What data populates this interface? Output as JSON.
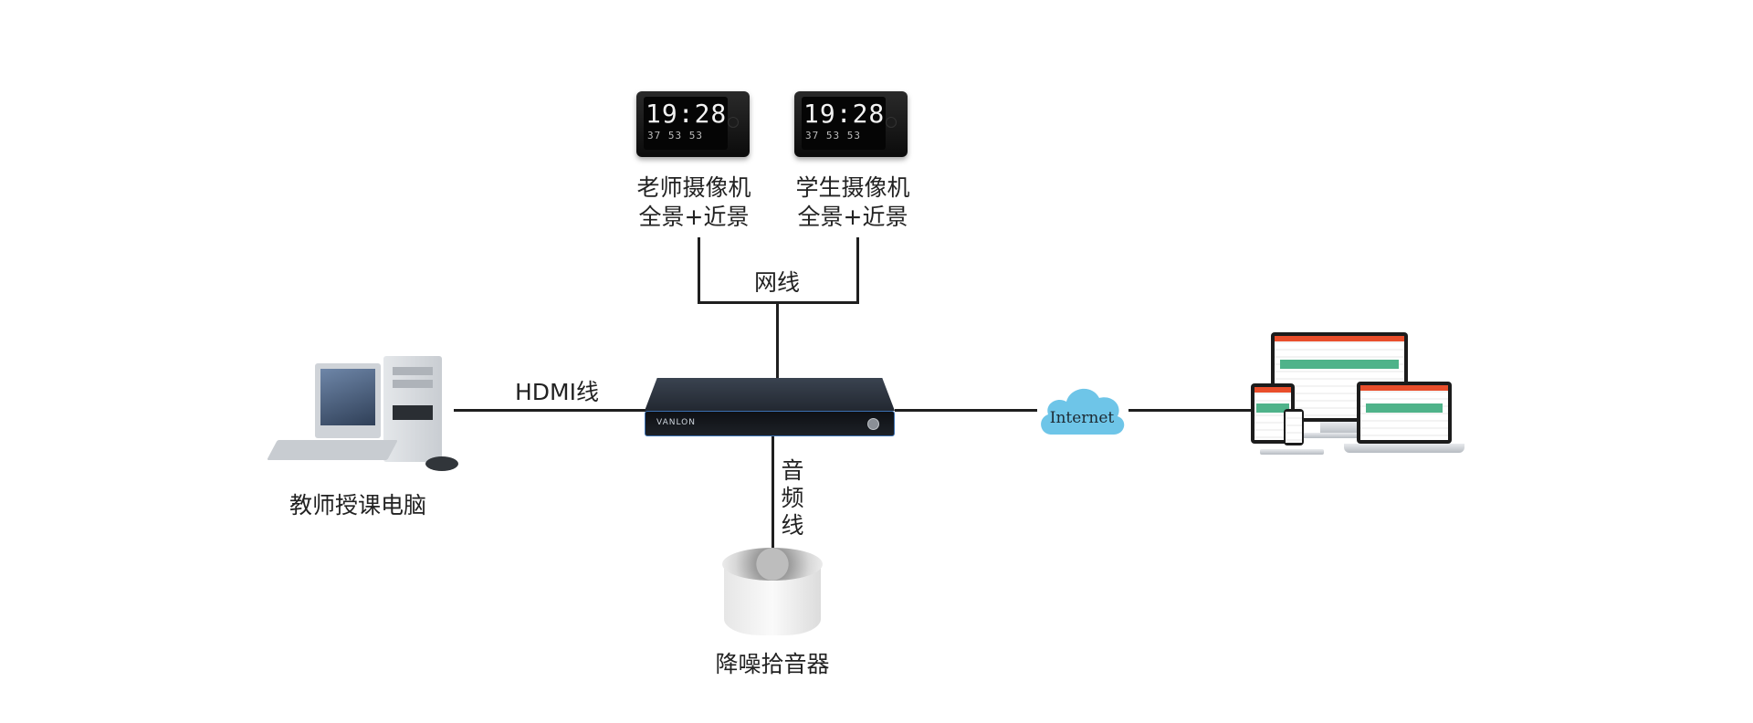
{
  "nodes": {
    "teacher_camera": {
      "label_line1": "老师摄像机",
      "label_line2": "全景+近景",
      "display_time": "19:28",
      "display_small": "37 53 53"
    },
    "student_camera": {
      "label_line1": "学生摄像机",
      "label_line2": "全景+近景",
      "display_time": "19:28",
      "display_small": "37 53 53"
    },
    "teacher_pc": {
      "label": "教师授课电脑"
    },
    "recorder": {
      "brand": "VANLON"
    },
    "internet": {
      "label": "Internet"
    },
    "microphone": {
      "label": "降噪拾音器"
    },
    "client_devices": {
      "label": ""
    }
  },
  "connections": {
    "network_cable": "网线",
    "hdmi_cable": "HDMI线",
    "audio_cable": [
      "音",
      "频",
      "线"
    ]
  },
  "colors": {
    "line": "#1f1f1f",
    "cloud": "#6ec5e8",
    "recorder_accent": "#3a6fb0"
  }
}
